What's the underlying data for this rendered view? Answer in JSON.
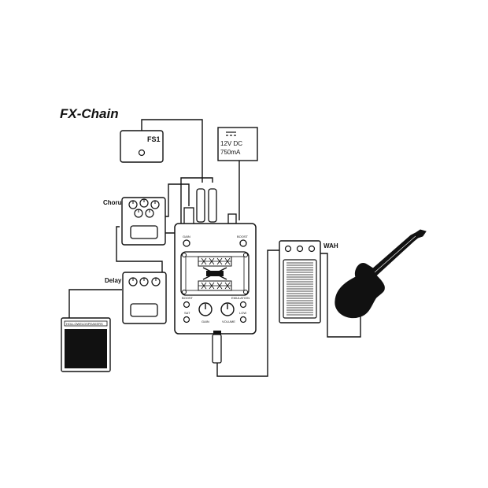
{
  "title": "FX-Chain",
  "labels": {
    "footswitch": "FS1",
    "chorus": "Chorus",
    "delay": "Delay",
    "wah": "WAH",
    "power_line1": "12V DC",
    "power_line2": "750mA"
  },
  "main_unit": {
    "top_left": "GAIN",
    "top_right": "BOOST",
    "mid_left": "BOOST",
    "mid_right": "EMULATION",
    "knob_left": "GAIN",
    "knob_right": "VOLUME",
    "bottom_left": "SAT",
    "bottom_right": "LOW"
  },
  "amp": {
    "panel_text": "HOLLOWELDSPEAKERS"
  },
  "icons": {
    "power": "dc-power-symbol-icon",
    "guitar": "electric-guitar-icon"
  },
  "colors": {
    "ink": "#111111",
    "background": "#ffffff"
  }
}
